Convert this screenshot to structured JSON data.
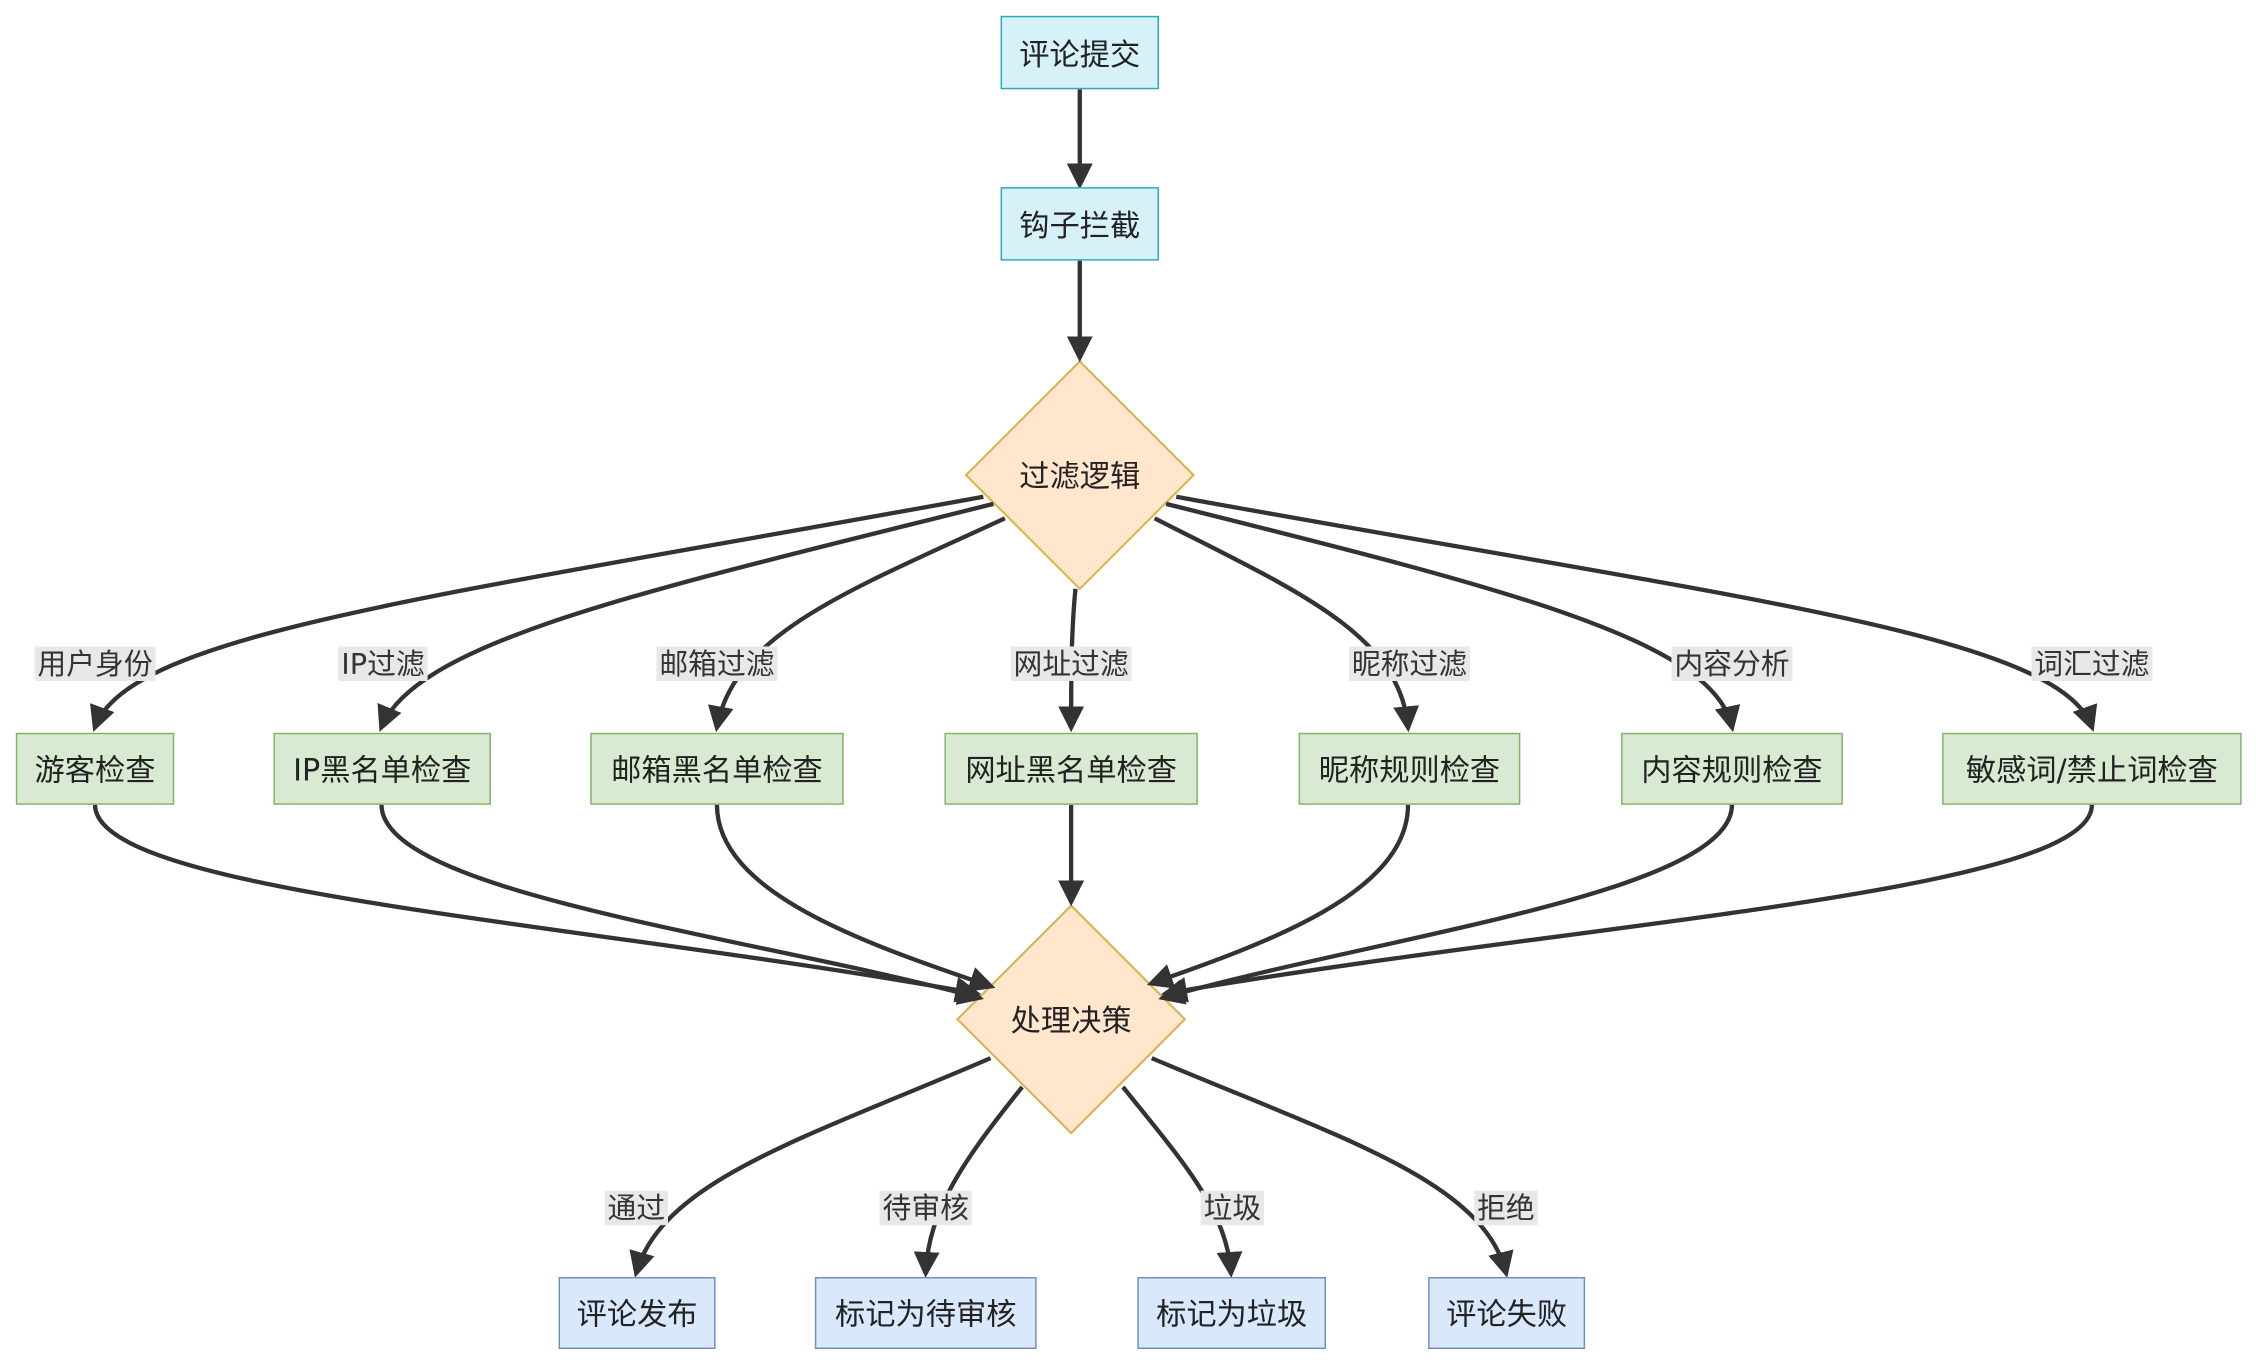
{
  "nodes": {
    "submit": "评论提交",
    "hook": "钩子拦截",
    "filter_logic": "过滤逻辑",
    "guest_check": "游客检查",
    "ip_check": "IP黑名单检查",
    "email_check": "邮箱黑名单检查",
    "url_check": "网址黑名单检查",
    "nick_check": "昵称规则检查",
    "content_check": "内容规则检查",
    "word_check": "敏感词/禁止词检查",
    "decision": "处理决策",
    "publish": "评论发布",
    "pending": "标记为待审核",
    "spam": "标记为垃圾",
    "fail": "评论失败"
  },
  "edge_labels": {
    "identity": "用户身份",
    "ip": "IP过滤",
    "email": "邮箱过滤",
    "url": "网址过滤",
    "nick": "昵称过滤",
    "content": "内容分析",
    "word": "词汇过滤",
    "pass": "通过",
    "review": "待审核",
    "garbage": "垃圾",
    "reject": "拒绝"
  },
  "colors": {
    "start_fill": "#d6f1f8",
    "start_stroke": "#2aa7c1",
    "decision_fill": "#ffe6cc",
    "decision_stroke": "#d6b656",
    "check_fill": "#d9ead3",
    "check_stroke": "#82b366",
    "result_fill": "#dae8fc",
    "result_stroke": "#6c8ebf"
  }
}
